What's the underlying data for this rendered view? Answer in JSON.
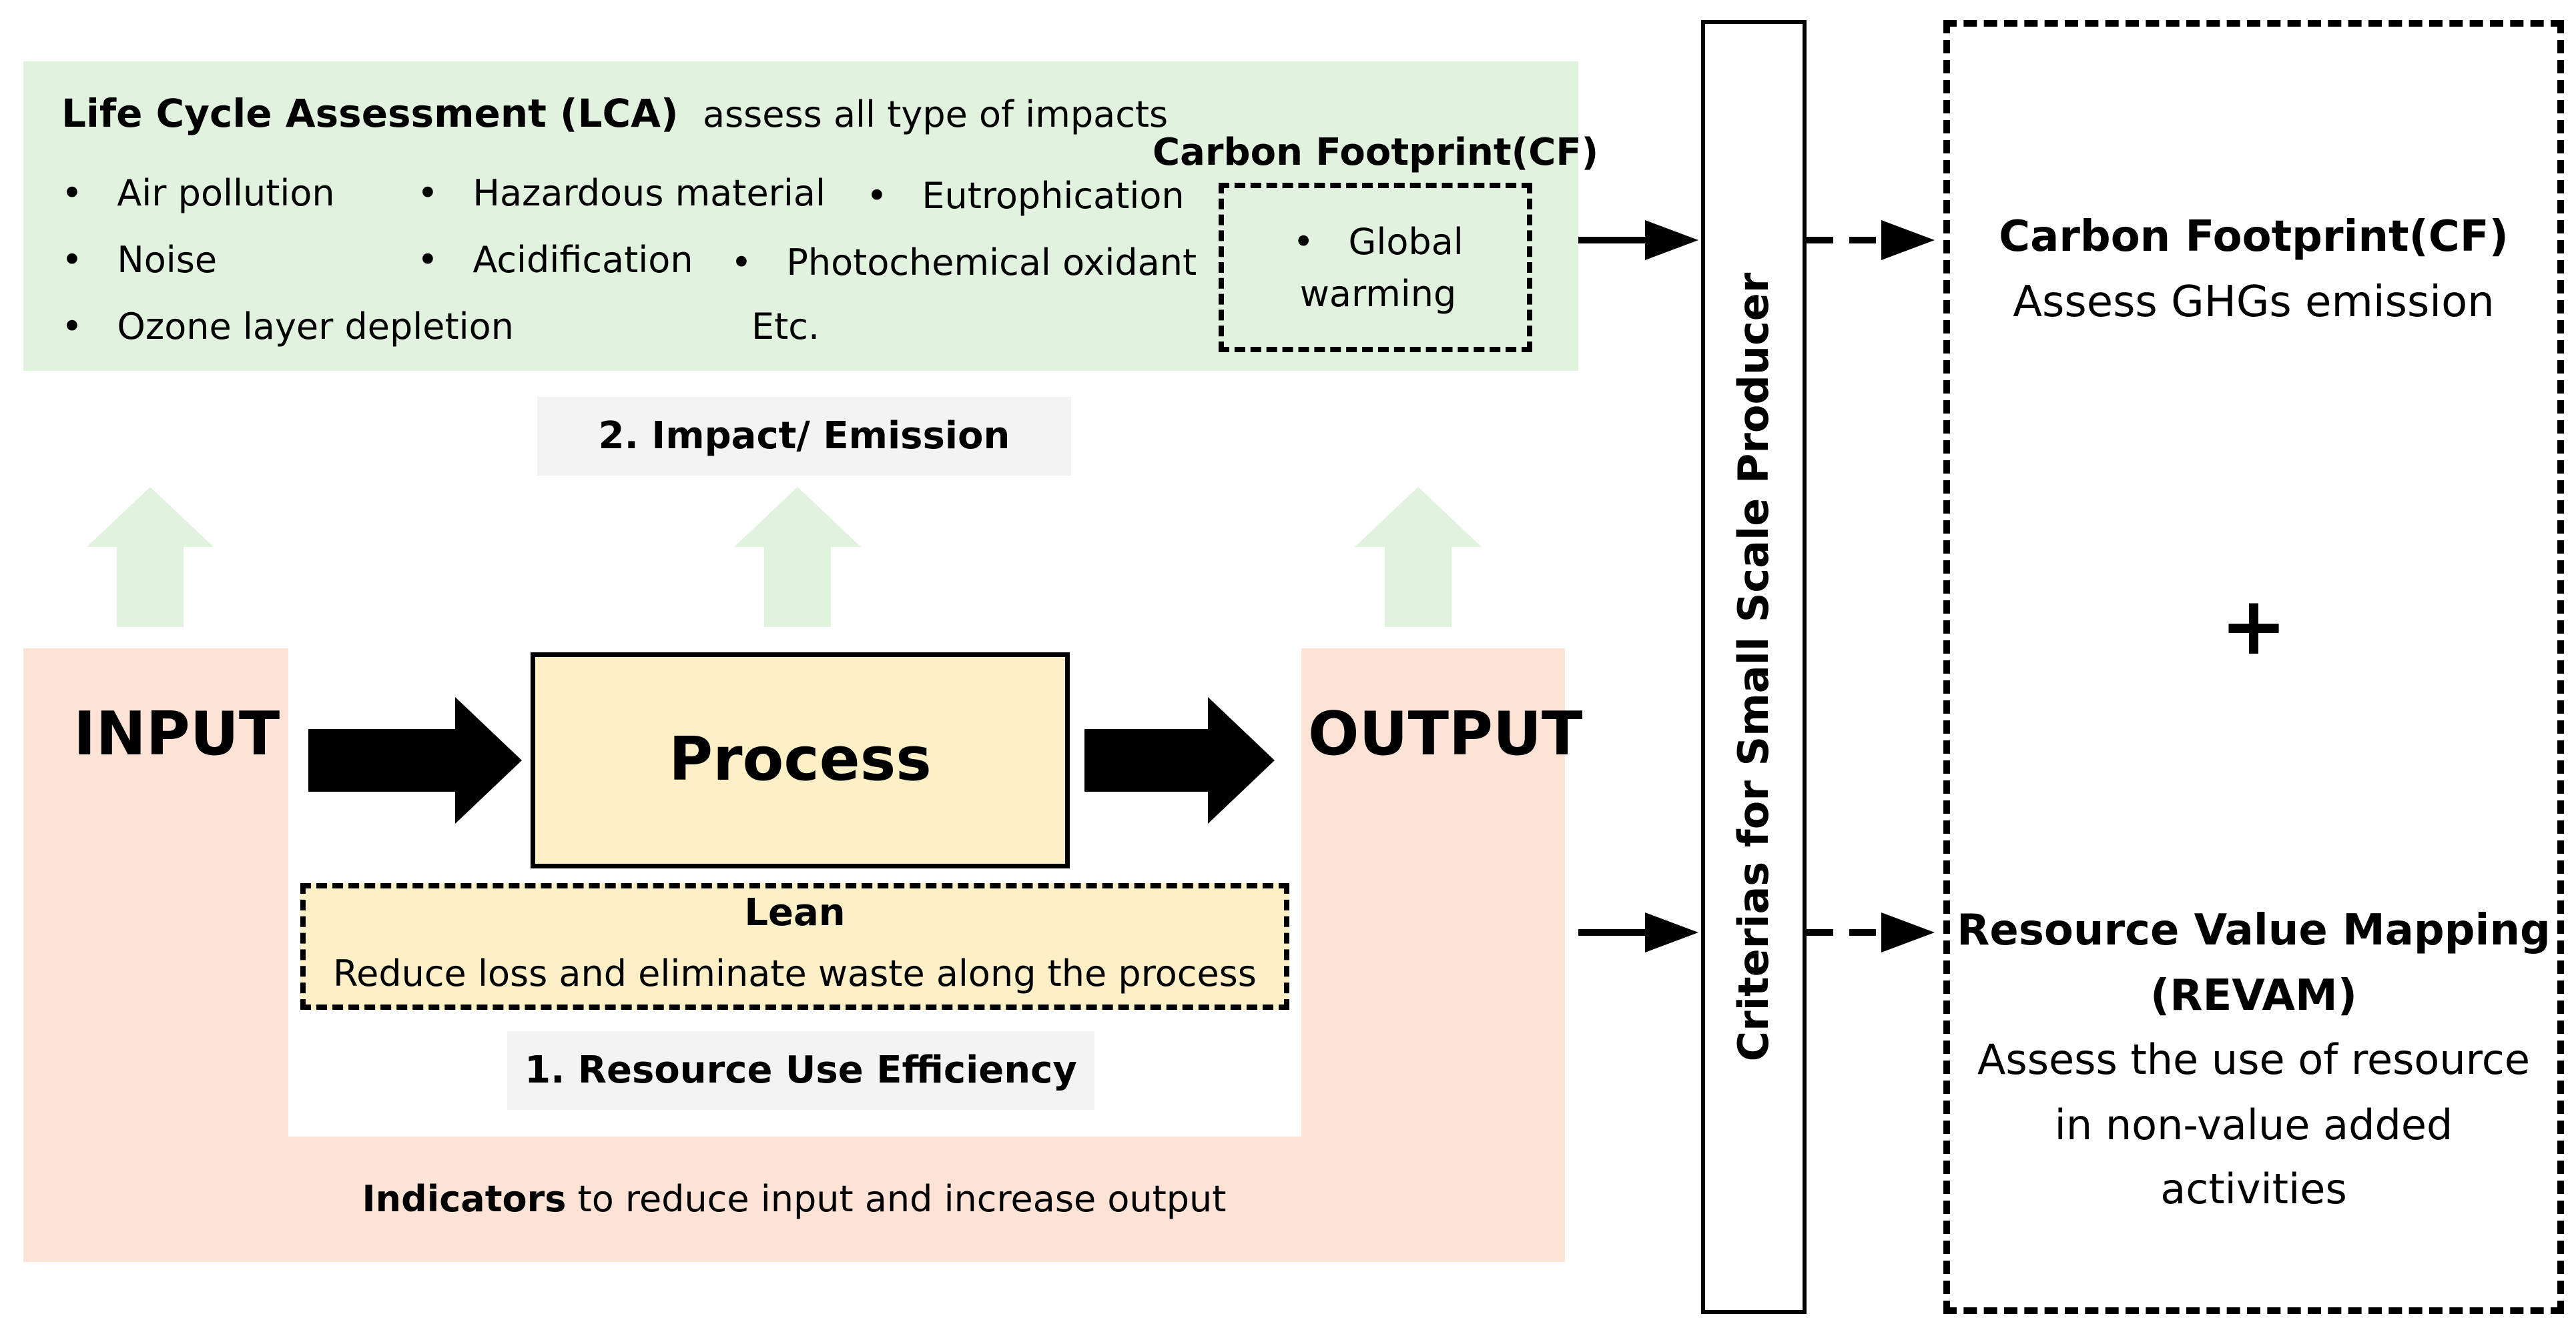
{
  "lca": {
    "title": "Life Cycle Assessment (LCA)",
    "subtitle": "assess all type of impacts",
    "impacts": [
      "Air pollution",
      "Hazardous material",
      "Eutrophication",
      "Noise",
      "Acidification",
      "Photochemical oxidant",
      "Ozone layer depletion",
      "Etc."
    ],
    "cf_title": "Carbon Footprint(CF)",
    "cf_item_line1": "Global",
    "cf_item_line2": "warming"
  },
  "impact_label": "2. Impact/ Emission",
  "input_label": "INPUT",
  "process_label": "Process",
  "output_label": "OUTPUT",
  "lean": {
    "title": "Lean",
    "description": "Reduce loss and eliminate waste along the process"
  },
  "resource_label": "1. Resource Use Efficiency",
  "indicators": {
    "bold": "Indicators",
    "rest": " to reduce input and increase output"
  },
  "criteria_label": "Criterias for Small Scale Producer",
  "right": {
    "cf_title": "Carbon Footprint(CF)",
    "cf_desc": "Assess GHGs emission",
    "plus": "+",
    "revam_title_line1": "Resource Value Mapping",
    "revam_title_line2": "(REVAM)",
    "revam_desc_line1": "Assess the use of resource",
    "revam_desc_line2": "in non-value added",
    "revam_desc_line3": "activities"
  },
  "colors": {
    "lca_green": "#e1f2df",
    "arrow_green": "#e1f2df",
    "io_peach": "#fde3d5",
    "process_yellow": "#fdf0c6",
    "label_gray": "#f3f3f3"
  }
}
